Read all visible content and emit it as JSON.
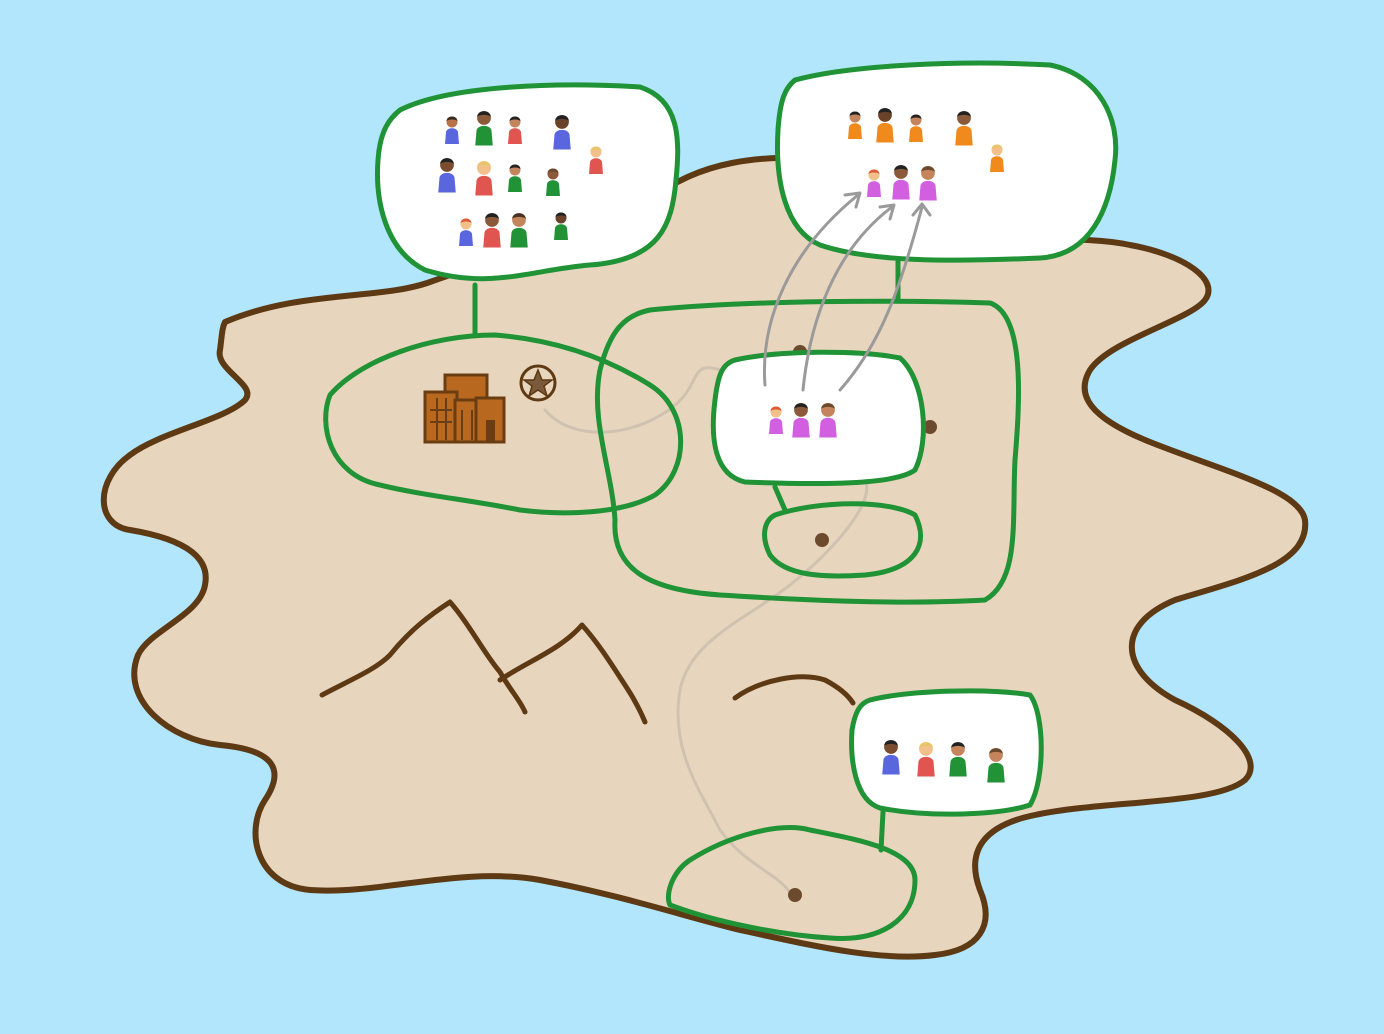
{
  "colors": {
    "sea": "#b1e6fd",
    "land": "#e8d5bd",
    "coast": "#5e3a14",
    "boundary": "#1f9335",
    "bubble": "#ffffff",
    "road": "#cfc2b1",
    "migration_arrow": "#9a9a9a",
    "city": "#b8691f",
    "village_dot": "#6b4a2d"
  },
  "map": {
    "territories": [
      {
        "id": "capital-region",
        "icon": "city-icon",
        "secondary_icon": "star-seal-icon"
      },
      {
        "id": "central-region"
      },
      {
        "id": "central-subregion"
      },
      {
        "id": "southern-village"
      }
    ],
    "population_bubbles": [
      {
        "id": "capital-population",
        "people": [
          {
            "body": "#5a66dd",
            "head": "#b8734a",
            "hair": "#3a2a20",
            "size": "small"
          },
          {
            "body": "#229236",
            "head": "#8a5a3a",
            "hair": "#222",
            "size": "large"
          },
          {
            "body": "#e0554f",
            "head": "#c4845c",
            "hair": "#222",
            "size": "small"
          },
          {
            "body": "#5a66dd",
            "head": "#6a4229",
            "hair": "#222",
            "size": "large"
          },
          {
            "body": "#e0554f",
            "head": "#f2c08a",
            "hair": "#e8c56a",
            "size": "small"
          },
          {
            "body": "#5a66dd",
            "head": "#7a4d2e",
            "hair": "#222",
            "size": "large"
          },
          {
            "body": "#e0554f",
            "head": "#f2c08a",
            "hair": "#e8c56a",
            "size": "large"
          },
          {
            "body": "#229236",
            "head": "#c4845c",
            "hair": "#222",
            "size": "small"
          },
          {
            "body": "#229236",
            "head": "#8a5a3a",
            "hair": "#6a4a2a",
            "size": "small"
          },
          {
            "body": "#5a66dd",
            "head": "#f2c08a",
            "hair": "#e05a35",
            "size": "small"
          },
          {
            "body": "#e0554f",
            "head": "#8a5a3a",
            "hair": "#222",
            "size": "large"
          },
          {
            "body": "#229236",
            "head": "#c4845c",
            "hair": "#4a3220",
            "size": "large"
          },
          {
            "body": "#229236",
            "head": "#6a4229",
            "hair": "#222",
            "size": "small"
          }
        ]
      },
      {
        "id": "northeast-population",
        "people": [
          {
            "body": "#f08a1d",
            "head": "#c4845c",
            "hair": "#222",
            "size": "small"
          },
          {
            "body": "#f08a1d",
            "head": "#6a4229",
            "hair": "#222",
            "size": "large"
          },
          {
            "body": "#f08a1d",
            "head": "#c4845c",
            "hair": "#222",
            "size": "small"
          },
          {
            "body": "#f08a1d",
            "head": "#8a5a3a",
            "hair": "#222",
            "size": "large"
          },
          {
            "body": "#f08a1d",
            "head": "#f2c08a",
            "hair": "#e8c56a",
            "size": "small"
          },
          {
            "body": "#d25ee0",
            "head": "#f2c08a",
            "hair": "#e05a35",
            "size": "small"
          },
          {
            "body": "#d25ee0",
            "head": "#8a5a3a",
            "hair": "#222",
            "size": "large"
          },
          {
            "body": "#d25ee0",
            "head": "#c4845c",
            "hair": "#6a4a2a",
            "size": "large"
          }
        ]
      },
      {
        "id": "central-population",
        "people": [
          {
            "body": "#d25ee0",
            "head": "#f2c08a",
            "hair": "#e05a35",
            "size": "small"
          },
          {
            "body": "#d25ee0",
            "head": "#8a5a3a",
            "hair": "#222",
            "size": "large"
          },
          {
            "body": "#d25ee0",
            "head": "#c4845c",
            "hair": "#6a4a2a",
            "size": "large"
          }
        ]
      },
      {
        "id": "southern-population",
        "people": [
          {
            "body": "#5a66dd",
            "head": "#7a4d2e",
            "hair": "#222",
            "size": "large"
          },
          {
            "body": "#e0554f",
            "head": "#f2c08a",
            "hair": "#e8c56a",
            "size": "large"
          },
          {
            "body": "#229236",
            "head": "#c4845c",
            "hair": "#222",
            "size": "large"
          },
          {
            "body": "#229236",
            "head": "#c4845c",
            "hair": "#6a4a2a",
            "size": "large"
          }
        ]
      }
    ],
    "migration": {
      "from": "central-population",
      "to": "northeast-population",
      "count": 3
    },
    "features": [
      "mountain-range",
      "hills",
      "road"
    ]
  }
}
